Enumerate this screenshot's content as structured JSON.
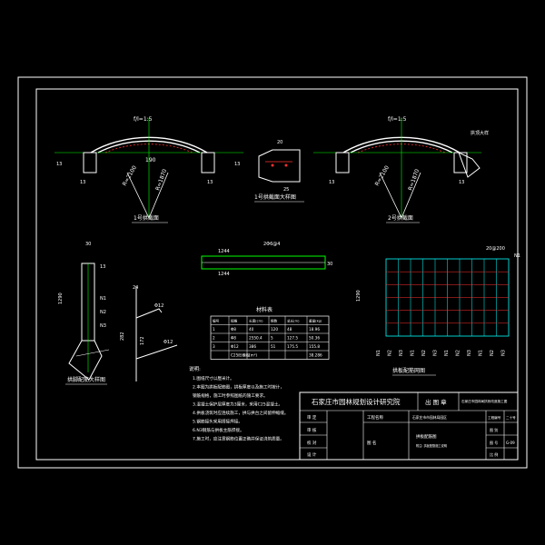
{
  "drawing": {
    "colors": {
      "background": "#000000",
      "frame": "#ffffff",
      "arch": "#ffffff",
      "dimension": "#00ff00",
      "text": "#ffffff",
      "accent_text": "#ffff00",
      "rebar_red": "#ff3030",
      "cyan_rebar": "#00ffff"
    },
    "views": {
      "arch1": {
        "title": "1号拱截面",
        "ratio": "f/l=1:5",
        "span_dim": "190",
        "radius1": "R=2100",
        "radius2": "R=1870",
        "side_left": "13",
        "side_right": "13",
        "bottom_left": "13",
        "bottom_right": "13"
      },
      "section_detail": {
        "title": "1号拱截面大样图",
        "dim_top": "20",
        "dim_bottom": "25"
      },
      "arch2": {
        "title": "2号拱截面",
        "ratio": "f/l=1:5",
        "radius1": "R=2100",
        "radius2": "R=1870",
        "side_label": "拱顶大样",
        "bottom_left": "13",
        "bottom_right": "13"
      },
      "rebar_bar": {
        "dim_top": "1244",
        "dim_bottom": "1244",
        "spec": "2Φ6@4",
        "height": "30"
      },
      "mesh": {
        "title": "拱板配筋网图",
        "top_label": "20@200",
        "right_label": "N1",
        "left_dim": "1290",
        "n_labels": [
          "N1",
          "N2",
          "N3",
          "N1",
          "N2",
          "N3",
          "N1",
          "N2",
          "N3",
          "N1",
          "N2",
          "N3"
        ]
      },
      "column": {
        "title": "拱脚配筋大样图",
        "dim_top": "30",
        "dim_left": "1290",
        "dim_side": "13",
        "labels": [
          "N1",
          "N2",
          "N3"
        ]
      },
      "long_bar": {
        "dim_a": "24",
        "dim_b": "282",
        "dim_c": "172",
        "spec": "Φ12",
        "spec2": "Φ12"
      }
    },
    "material_table": {
      "title": "材料表",
      "headers": [
        "编号",
        "规格",
        "长度(cm)",
        "根数",
        "总长(m)",
        "重量(kg)"
      ],
      "rows": [
        [
          "1",
          "Φ8",
          "40",
          "120",
          "48",
          "18.96"
        ],
        [
          "2",
          "Φ8",
          "2550.4",
          "5",
          "127.5",
          "50.36"
        ],
        [
          "3",
          "Φ12",
          "386",
          "51",
          "175.5",
          "155.8"
        ],
        [
          "",
          "C25砼模板",
          "(m³)",
          "",
          "",
          "38.286"
        ]
      ]
    },
    "notes": {
      "title": "说明:",
      "items": [
        "1.图纸尺寸以厘米计。",
        "2.本图为拱板配筋图，拱板厚度以及施工时按计，",
        "   钢筋规格，施工时参照图纸的施工要求。",
        "3.混凝土保护层厚度为3厘米，采用C25混凝土。",
        "4.拱板浇筑时应连续施工，拱与拱台之间留伸缩缝。",
        "5.钢筋接头采用搭接焊接。",
        "6.N3钢筋与拱板主筋焊接。",
        "7.施工时，应注意钢筋位置正确并保证浇筑质量。"
      ]
    },
    "title_block": {
      "company": "石家庄市园林规划设计研究院",
      "stamp": "出 图 章",
      "project": "石家庄市园林局拱桥改造施工图",
      "rows": [
        {
          "label": "审 定",
          "value": ""
        },
        {
          "label": "审 核",
          "value": ""
        },
        {
          "label": "校 对",
          "value": ""
        },
        {
          "label": "设 计",
          "value": ""
        }
      ],
      "col_project_label": "工程名称",
      "col_project_value": "石家庄市市园林局园区",
      "drawing_name_label": "图 名",
      "drawing_name_value": "拱板配筋图",
      "drawing_name_sub": "附注: 拱板配筋施工说明",
      "drawing_no_label": "工程编号",
      "drawing_no_value": "二十号",
      "right_rows": [
        {
          "label": "图 别",
          "value": ""
        },
        {
          "label": "图 号",
          "value": "G-09"
        },
        {
          "label": "比 例",
          "value": ""
        },
        {
          "label": "日 期",
          "value": ""
        }
      ]
    }
  }
}
